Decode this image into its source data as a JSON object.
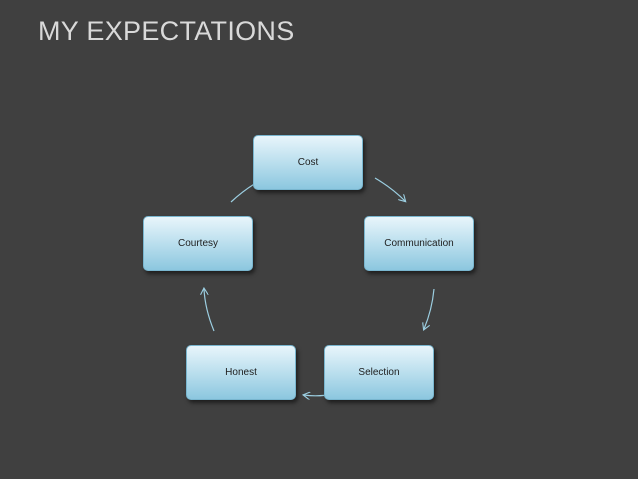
{
  "slide": {
    "title": "MY EXPECTATIONS"
  },
  "diagram": {
    "type": "cycle",
    "nodes": [
      {
        "id": "cost",
        "label": "Cost"
      },
      {
        "id": "communication",
        "label": "Communication"
      },
      {
        "id": "selection",
        "label": "Selection"
      },
      {
        "id": "honest",
        "label": "Honest"
      },
      {
        "id": "courtesy",
        "label": "Courtesy"
      }
    ],
    "edges": [
      {
        "from": "cost",
        "to": "communication"
      },
      {
        "from": "communication",
        "to": "selection"
      },
      {
        "from": "selection",
        "to": "honest"
      },
      {
        "from": "honest",
        "to": "courtesy"
      },
      {
        "from": "courtesy",
        "to": "cost"
      }
    ],
    "colors": {
      "background": "#404040",
      "title": "#d9d9d9",
      "node_fill_top": "#e8f5fb",
      "node_fill_bottom": "#8cc7df",
      "arrow": "#9ccfe2"
    }
  }
}
